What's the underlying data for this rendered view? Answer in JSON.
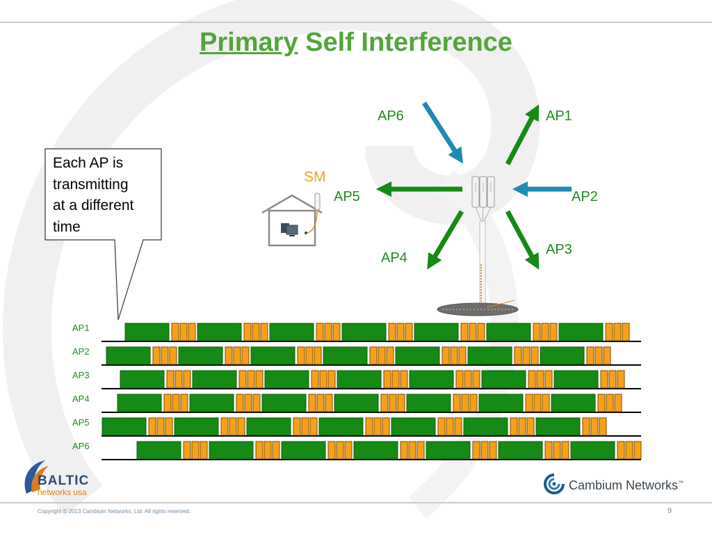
{
  "slide": {
    "title_underlined": "Primary",
    "title_rest": " Self Interference",
    "page_number": "9",
    "copyright": "Copyright © 2013 Cambium Networks, Ltd. All rights reserved."
  },
  "callout": {
    "lines": [
      "Each AP is",
      "transmitting",
      "at a different",
      "time"
    ]
  },
  "diagram": {
    "sm_label": "SM",
    "arrows": [
      {
        "label": "AP6",
        "direction": "incoming",
        "color": "#1e8bb0"
      },
      {
        "label": "AP1",
        "direction": "outgoing",
        "color": "#158a15"
      },
      {
        "label": "AP2",
        "direction": "incoming",
        "color": "#1e8bb0"
      },
      {
        "label": "AP3",
        "direction": "outgoing",
        "color": "#158a15"
      },
      {
        "label": "AP4",
        "direction": "outgoing",
        "color": "#158a15"
      },
      {
        "label": "AP5",
        "direction": "outgoing",
        "color": "#158a15"
      }
    ]
  },
  "timeline": {
    "rows": [
      {
        "label": "AP1",
        "first_block_start": 180
      },
      {
        "label": "AP2",
        "first_block_start": 153
      },
      {
        "label": "AP3",
        "first_block_start": 173
      },
      {
        "label": "AP4",
        "first_block_start": 169
      },
      {
        "label": "AP5",
        "first_block_start": 147
      },
      {
        "label": "AP6",
        "first_block_start": 197
      }
    ],
    "cycle_count": 7,
    "legend_colors": {
      "transmit": "#158a15",
      "receive": "#f7a11a"
    }
  },
  "logos": {
    "left_name": "BALTIC",
    "left_sub": "networks usa",
    "right_name": "Cambium Networks",
    "right_mark": "™"
  }
}
